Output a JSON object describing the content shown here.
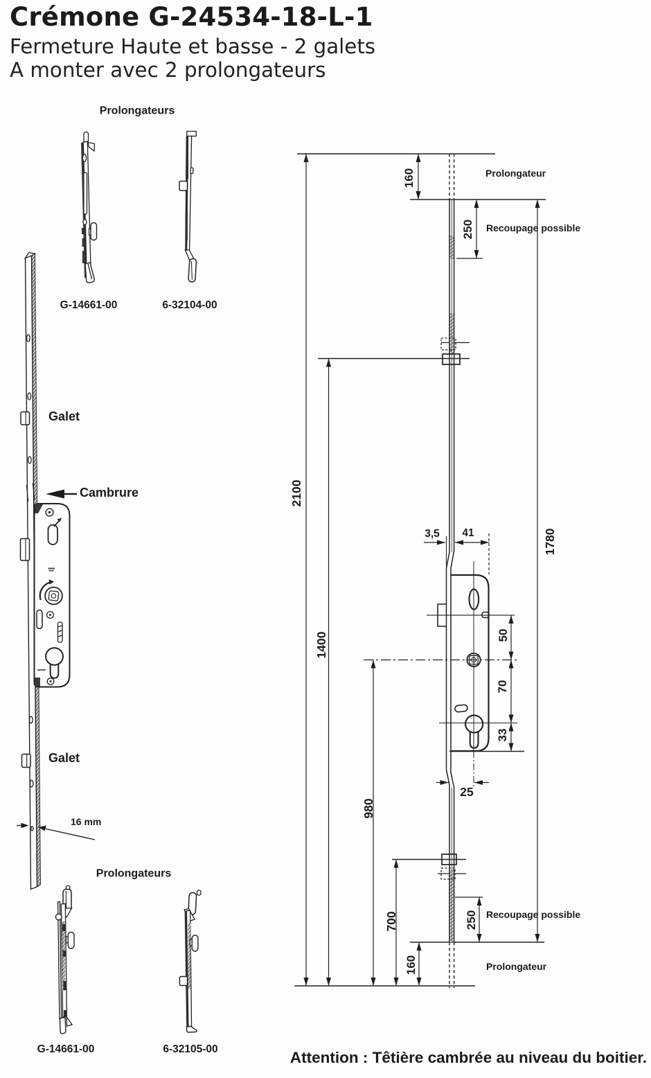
{
  "header": {
    "title": "Crémone G-24534-18-L-1",
    "subtitle1": "Fermeture Haute et basse - 2 galets",
    "subtitle2": "A monter avec 2 prolongateurs"
  },
  "left": {
    "prolongateurs_top": "Prolongateurs",
    "top_parts": [
      {
        "ref": "G-14661-00"
      },
      {
        "ref": "6-32104-00"
      }
    ],
    "galet_top_label": "Galet",
    "cambrure_label": "Cambrure",
    "galet_bottom_label": "Galet",
    "thickness_label": "16 mm",
    "prolongateurs_bottom": "Prolongateurs",
    "bottom_parts": [
      {
        "ref": "G-14661-00"
      },
      {
        "ref": "6-32105-00"
      }
    ]
  },
  "dims": {
    "total_length": "2100",
    "upper_span": "1400",
    "lower_span": "980",
    "bottom_galet": "700",
    "rail_length": "1780",
    "extender_top": "160",
    "recut_top": "250",
    "faceplate_offset": "3,5",
    "case_depth": "41",
    "handle_to_top_hole": "50",
    "handle_to_cylinder": "70",
    "cylinder_to_case_end": "33",
    "backset": "25",
    "recut_bottom": "250",
    "extender_bottom": "160"
  },
  "annotations": {
    "prolongateur_top": "Prolongateur",
    "recoupage_top": "Recoupage possible",
    "recoupage_bottom": "Recoupage possible",
    "prolongateur_bottom": "Prolongateur"
  },
  "footer": {
    "note": "Attention : Têtière cambrée au niveau du boitier."
  }
}
